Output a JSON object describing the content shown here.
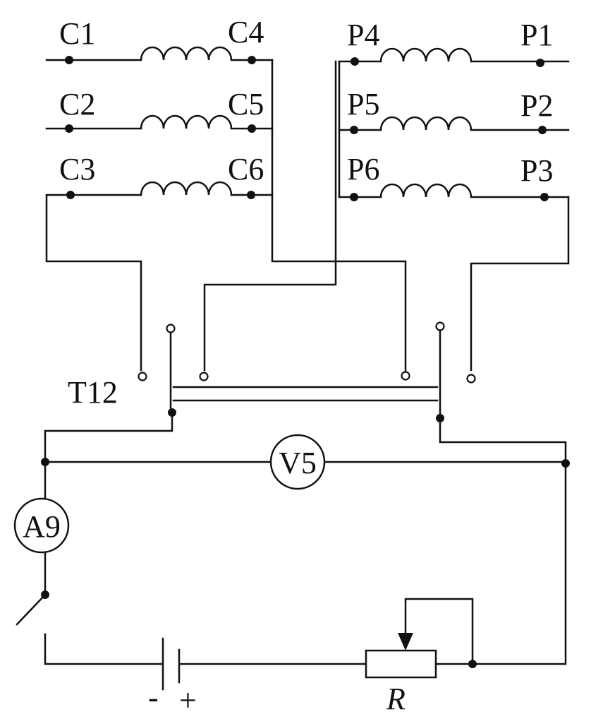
{
  "labels": {
    "c1": "C1",
    "c2": "C2",
    "c3": "C3",
    "c4": "C4",
    "c5": "C5",
    "c6": "C6",
    "p1": "P1",
    "p2": "P2",
    "p3": "P3",
    "p4": "P4",
    "p5": "P5",
    "p6": "P6",
    "switch": "T12",
    "voltmeter": "V5",
    "ammeter": "A9",
    "resistor": "R",
    "battery_neg": "-",
    "battery_pos": "+"
  },
  "colors": {
    "ink": "#111111",
    "paper": "#ffffff"
  }
}
